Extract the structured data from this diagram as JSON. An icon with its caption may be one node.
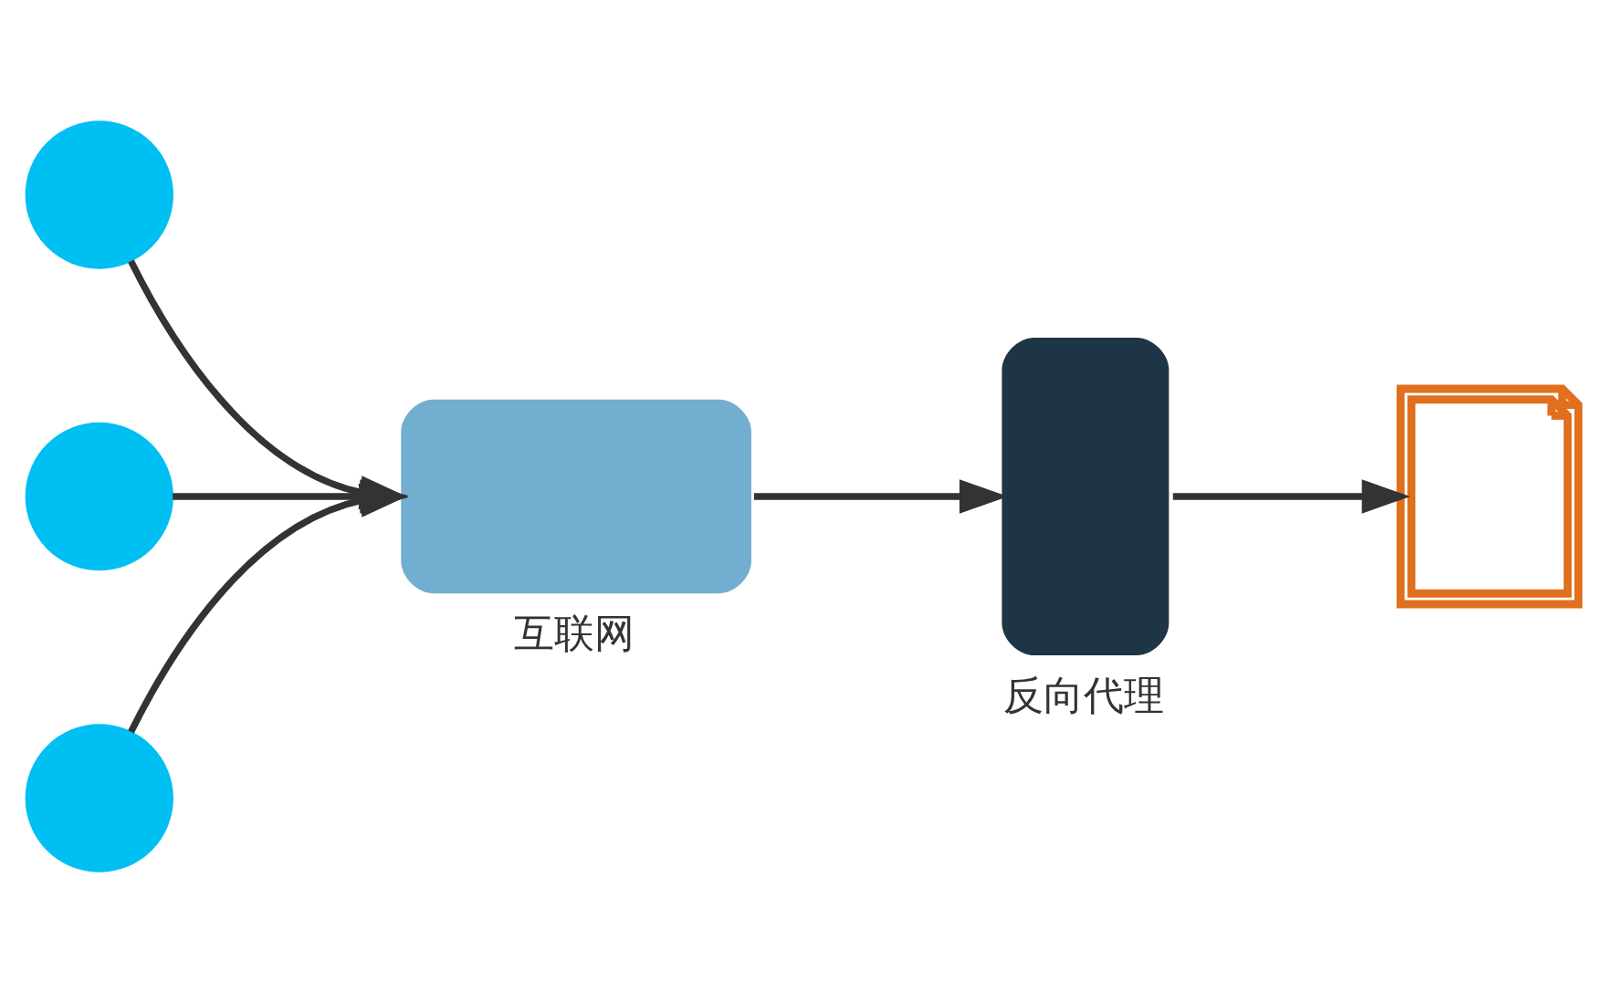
{
  "diagram": {
    "nodes": [
      {
        "text": [],
        "shape": "person"
      },
      {
        "text": [],
        "shape": "person"
      },
      {
        "text": [],
        "shape": "person"
      },
      {
        "text": [],
        "shape": "cloud",
        "beside": [
          "互联网"
        ]
      },
      {
        "text": [],
        "shape": "server",
        "beside": [
          "反向代理"
        ]
      },
      {
        "text": [],
        "shape": "document"
      }
    ],
    "edges": [
      {
        "from": 0,
        "to": 3,
        "arrow": "to"
      },
      {
        "from": 1,
        "to": 3,
        "arrow": "to"
      },
      {
        "from": 2,
        "to": 3,
        "arrow": "to"
      },
      {
        "from": 3,
        "to": 4,
        "arrow": "to"
      },
      {
        "from": 4,
        "to": 5,
        "arrow": "to"
      }
    ]
  }
}
